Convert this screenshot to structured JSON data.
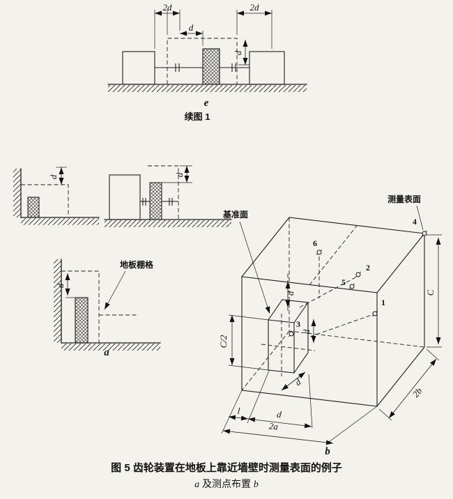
{
  "figure_e": {
    "label": "e",
    "caption": "续图 1",
    "dim_left": "2d",
    "dim_mid": "d",
    "dim_right": "2d",
    "dim_vert": "d"
  },
  "figure_wall_small": {
    "dim": "d"
  },
  "figure_wall_shaft": {
    "dim": "d"
  },
  "figure_a": {
    "label": "a",
    "floor_grid": "地板棚格",
    "dim": "d"
  },
  "figure_b": {
    "label": "b",
    "datum": "基准面",
    "surface": "测量表面",
    "dim_height": "C",
    "dim_half": "C/2",
    "dim_depth": "2b",
    "dim_width": "2a",
    "dim_l": "l",
    "dim_d_bottom": "d",
    "dim_d_top": "d",
    "dim_d_side": "d",
    "dim_d_depth": "d",
    "points": {
      "p1": "1",
      "p2": "2",
      "p3": "3",
      "p4": "4",
      "p5": "5",
      "p6": "6"
    }
  },
  "caption": {
    "line1": "图 5  齿轮装置在地板上靠近墙壁时测量表面的例子",
    "line2_a": "a",
    "line2_mid": " 及测点布置 ",
    "line2_b": "b"
  }
}
